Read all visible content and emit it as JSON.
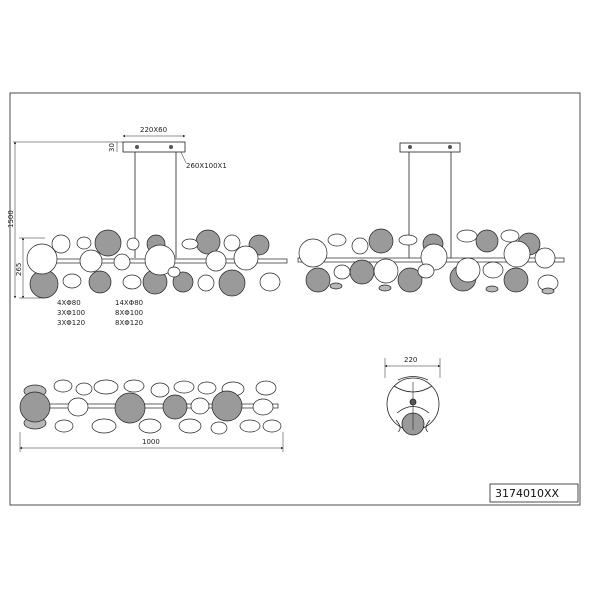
{
  "drawing": {
    "product_code": "3174010XX",
    "front_view": {
      "canopy_label": "220X60",
      "canopy_height_label": "30",
      "plate_label": "260X100X1",
      "total_height_label": "1500",
      "body_height_label": "265",
      "specs_left": [
        "4XΦ80",
        "3XΦ100",
        "3XΦ120"
      ],
      "specs_right": [
        "14XΦ80",
        "8XΦ100",
        "8XΦ120"
      ]
    },
    "top_view": {
      "length_label": "1000"
    },
    "end_view": {
      "width_label": "220"
    }
  },
  "colors": {
    "line": "#1a1a1a",
    "dark_disc": "#9a9a9a",
    "light_disc": "#ffffff",
    "metal": "#b8b8b8"
  }
}
